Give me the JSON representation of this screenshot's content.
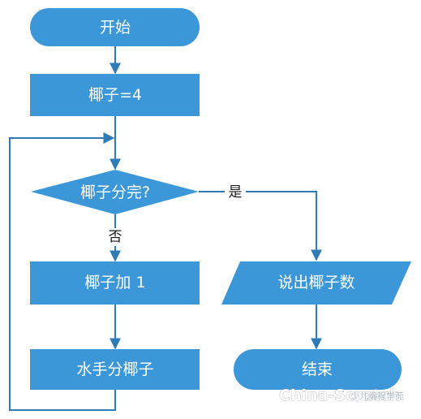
{
  "nodes": {
    "start": "开始",
    "init": "椰子=4",
    "decision": "椰子分完?",
    "add": "椰子加 1",
    "sailor": "水手分椰子",
    "output": "说出椰子数",
    "end": "结束"
  },
  "edges": {
    "yes": "是",
    "no": "否"
  },
  "watermark": {
    "brand": "China-Scratch",
    "sub": "少儿编程学苑"
  },
  "colors": {
    "node_fill": "#3b97d8",
    "connector": "#2e7bb6"
  }
}
